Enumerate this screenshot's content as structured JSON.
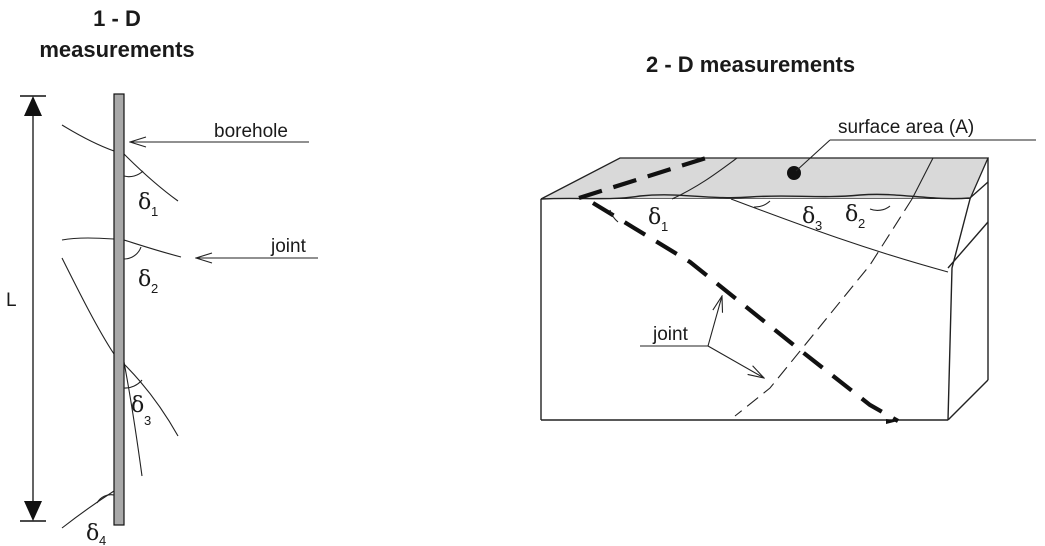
{
  "left_panel": {
    "title_line1": "1 - D",
    "title_line2": "measurements",
    "length_label": "L",
    "borehole_label": "borehole",
    "joint_label": "joint",
    "angles": [
      {
        "symbol": "δ",
        "sub": "1"
      },
      {
        "symbol": "δ",
        "sub": "2"
      },
      {
        "symbol": "δ",
        "sub": "3"
      },
      {
        "symbol": "δ",
        "sub": "4"
      }
    ]
  },
  "right_panel": {
    "title": "2 - D  measurements",
    "surface_label": "surface area   (A)",
    "joint_label": "joint",
    "angles": [
      {
        "symbol": "δ",
        "sub": "1"
      },
      {
        "symbol": "δ",
        "sub": "3"
      },
      {
        "symbol": "δ",
        "sub": "2"
      }
    ]
  },
  "colors": {
    "borehole_fill": "#a9a9a9",
    "surface_fill": "#d9d9d9",
    "ink": "#1a1a1a"
  }
}
